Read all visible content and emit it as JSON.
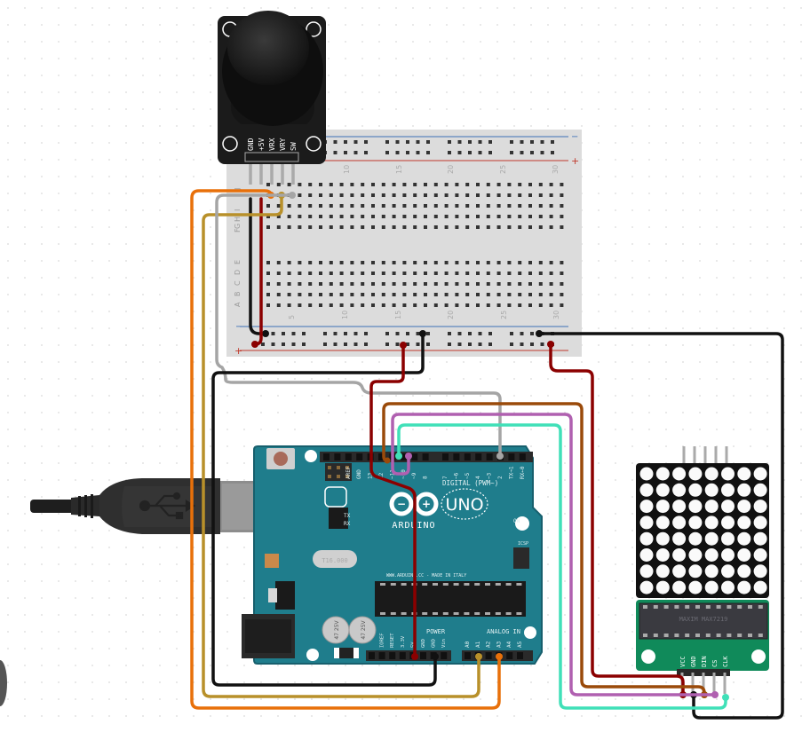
{
  "diagram": {
    "title": "Joystick + 8x8 LED matrix (MAX7219) on Arduino UNO",
    "colors": {
      "background": "#ffffff",
      "grid_dot": "#e4e4e4",
      "breadboard": "#dcdcdc",
      "rail_negative": "#3b6fb6",
      "rail_positive": "#c0392b",
      "arduino_board": "#1f7d8c",
      "arduino_dark": "#175f6d",
      "matrix_pcb": "#108a5a",
      "wire_black": "#111111",
      "wire_red": "#8b0000",
      "wire_orange": "#e8700a",
      "wire_gold": "#b8902a",
      "wire_gray": "#a5a5a5",
      "wire_brown": "#9a4a0a",
      "wire_purple": "#b060b0",
      "wire_cyan": "#40e0b8"
    }
  },
  "joystick": {
    "pins": [
      "GND",
      "+5V",
      "VRX",
      "VRY",
      "SW"
    ]
  },
  "breadboard": {
    "rail_minus": "−",
    "rail_plus": "+",
    "row_letters_top": [
      "J",
      "I",
      "H",
      "G",
      "F"
    ],
    "row_letters_bottom": [
      "E",
      "D",
      "C",
      "B",
      "A"
    ],
    "column_labels": [
      "5",
      "10",
      "15",
      "20",
      "25",
      "30"
    ]
  },
  "arduino": {
    "brand": "ARDUINO",
    "model": "UNO",
    "digital_label": "DIGITAL (PWM~)",
    "digital_pins": [
      "AREF",
      "GND",
      "13",
      "12",
      "~11",
      "~10",
      "~9",
      "8",
      "7",
      "~6",
      "~5",
      "4",
      "~3",
      "2",
      "TX→1",
      "RX←0"
    ],
    "power_label": "POWER",
    "power_pins": [
      "IOREF",
      "RESET",
      "3.3V",
      "5V",
      "GND",
      "GND",
      "Vin"
    ],
    "analog_label": "ANALOG IN",
    "analog_pins": [
      "A0",
      "A1",
      "A2",
      "A3",
      "A4",
      "A5"
    ],
    "on_label": "ON",
    "icsp_label": "ICSP",
    "tx_label": "TX",
    "rx_label": "RX",
    "l_label": "L",
    "website": "WWW.ARDUINO.CC - MADE IN ITALY",
    "crystal": "T16.000",
    "capacitor_label": "47 25V"
  },
  "matrix": {
    "rows": 8,
    "cols": 8,
    "chip": "MAXIM MAX7219",
    "pins": [
      "VCC",
      "GND",
      "DIN",
      "CS",
      "CLK"
    ]
  },
  "usb": {
    "icon": "usb-icon"
  },
  "connections": [
    {
      "from": "joystick.GND",
      "to": "breadboard.rail_minus",
      "color": "black"
    },
    {
      "from": "joystick.+5V",
      "to": "breadboard.rail_plus",
      "color": "red"
    },
    {
      "from": "joystick.VRX",
      "to": "arduino.A3",
      "color": "orange"
    },
    {
      "from": "joystick.VRY",
      "to": "arduino.A1",
      "color": "gold"
    },
    {
      "from": "joystick.SW",
      "to": "arduino.2",
      "color": "gray"
    },
    {
      "from": "breadboard.rail_plus",
      "to": "arduino.5V",
      "color": "red"
    },
    {
      "from": "breadboard.rail_minus",
      "to": "arduino.GND",
      "color": "black"
    },
    {
      "from": "breadboard.rail_plus",
      "to": "matrix.VCC",
      "color": "red"
    },
    {
      "from": "breadboard.rail_minus",
      "to": "matrix.GND",
      "color": "black"
    },
    {
      "from": "arduino.12",
      "to": "matrix.DIN",
      "color": "brown"
    },
    {
      "from": "arduino.10",
      "to": "matrix.CS",
      "color": "purple"
    },
    {
      "from": "arduino.11",
      "to": "matrix.CLK",
      "color": "cyan"
    }
  ]
}
